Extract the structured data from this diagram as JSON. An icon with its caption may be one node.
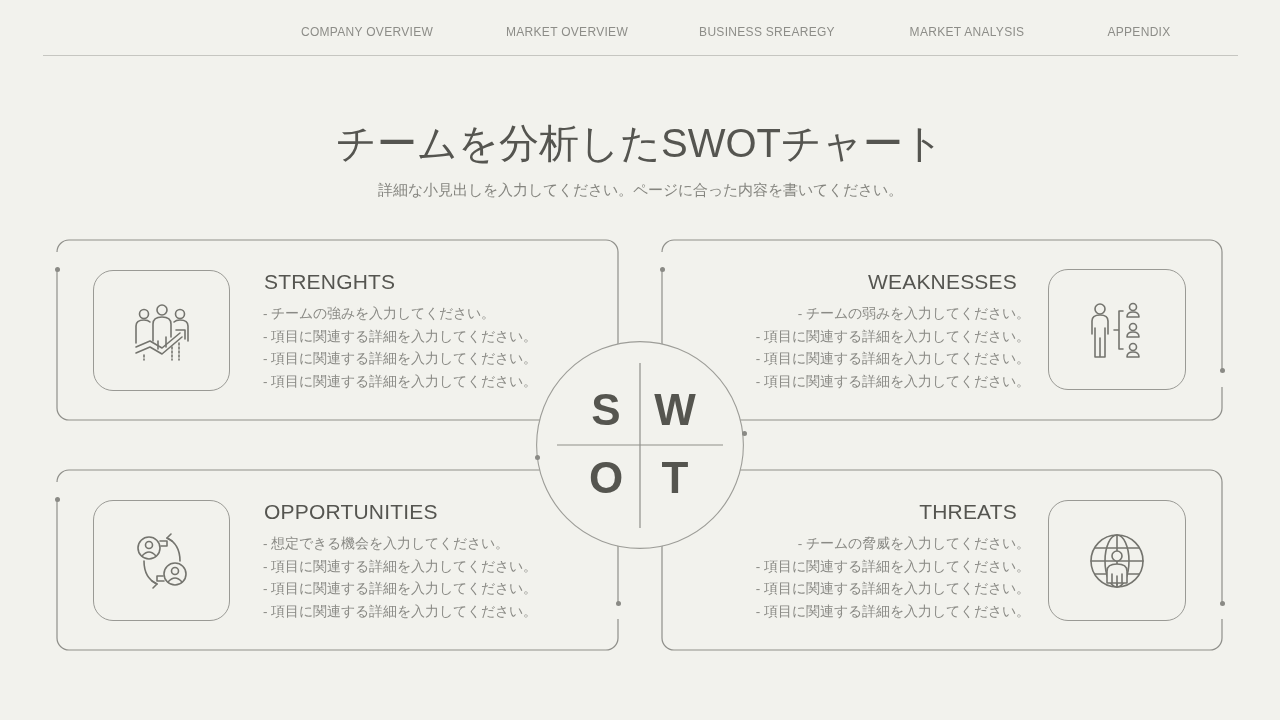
{
  "diagram": {
    "title": "チームを分析したSWOTチャート",
    "nodes": [
      {
        "text": [
          "STRENGHTS",
          "- チームの強みを入力してください。",
          "- 項目に関連する詳細を入力してください。",
          "- 項目に関連する詳細を入力してください。",
          "- 項目に関連する詳細を入力してください。"
        ]
      },
      {
        "text": [],
        "shape": "picture",
        "in": 0
      },
      {
        "text": [
          "WEAKNESSES",
          "- チームの弱みを入力してください。",
          "- 項目に関連する詳細を入力してください。",
          "- 項目に関連する詳細を入力してください。",
          "- 項目に関連する詳細を入力してください。"
        ]
      },
      {
        "text": [],
        "shape": "picture",
        "in": 2
      },
      {
        "text": [
          "S",
          "W",
          "O",
          "T"
        ]
      },
      {
        "text": [
          "OPPORTUNITIES",
          "- 想定できる機会を入力してください。",
          "- 項目に関連する詳細を入力してください。",
          "- 項目に関連する詳細を入力してください。",
          "- 項目に関連する詳細を入力してください。"
        ]
      },
      {
        "text": [],
        "shape": "picture",
        "in": 5
      },
      {
        "text": [
          "THREATS",
          "- チームの脅威を入力してください。",
          "- 項目に関連する詳細を入力してください。",
          "- 項目に関連する詳細を入力してください。",
          "- 項目に関連する詳細を入力してください。"
        ]
      },
      {
        "text": [],
        "shape": "picture",
        "in": 7
      }
    ],
    "labels": [
      "COMPANY OVERVIEW",
      "MARKET OVERVIEW",
      "BUSINESS SREAREGY",
      "MARKET ANALYSIS",
      "APPENDIX",
      "詳細な小見出しを入力してください。ページに合った内容を書いてください。"
    ]
  }
}
